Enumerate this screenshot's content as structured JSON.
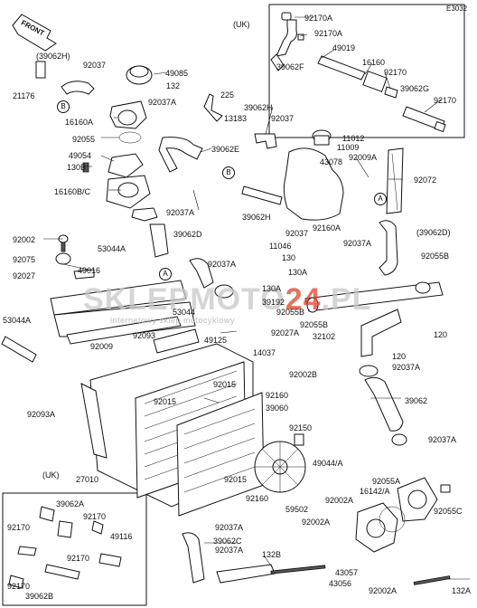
{
  "diagram_code": "E3032",
  "front_label": "FRONT",
  "uk_top_label": "(UK)",
  "uk_bottom_label": "(UK)",
  "watermark": {
    "main_a": "SKLEPMOTO",
    "main_b": "24",
    "main_c": ".PL",
    "sub": "internetowy sklep motocyklowy"
  },
  "callout_letters": {
    "a": "A",
    "b": "B"
  },
  "parts": [
    {
      "id": "p01",
      "text": "92170A"
    },
    {
      "id": "p02",
      "text": "92170A"
    },
    {
      "id": "p03",
      "text": "49019"
    },
    {
      "id": "p04",
      "text": "16160"
    },
    {
      "id": "p05",
      "text": "92170"
    },
    {
      "id": "p06",
      "text": "39062F"
    },
    {
      "id": "p07",
      "text": "39062G"
    },
    {
      "id": "p08",
      "text": "92170"
    },
    {
      "id": "p09",
      "text": "(39062H)"
    },
    {
      "id": "p10",
      "text": "92037"
    },
    {
      "id": "p11",
      "text": "49085"
    },
    {
      "id": "p12",
      "text": "21176"
    },
    {
      "id": "p13",
      "text": "132"
    },
    {
      "id": "p14",
      "text": "92037A"
    },
    {
      "id": "p15",
      "text": "225"
    },
    {
      "id": "p16",
      "text": "16160A"
    },
    {
      "id": "p17",
      "text": "13183"
    },
    {
      "id": "p18",
      "text": "39062H"
    },
    {
      "id": "p19",
      "text": "92037"
    },
    {
      "id": "p20",
      "text": "92055"
    },
    {
      "id": "p21",
      "text": "39062E"
    },
    {
      "id": "p22",
      "text": "11012"
    },
    {
      "id": "p23",
      "text": "11009"
    },
    {
      "id": "p24",
      "text": "49054"
    },
    {
      "id": "p25",
      "text": "130B"
    },
    {
      "id": "p26",
      "text": "43078"
    },
    {
      "id": "p27",
      "text": "92009A"
    },
    {
      "id": "p28",
      "text": "92072"
    },
    {
      "id": "p29",
      "text": "16160B/C"
    },
    {
      "id": "p30",
      "text": "39062H"
    },
    {
      "id": "p31",
      "text": "92037A"
    },
    {
      "id": "p32",
      "text": "92160A"
    },
    {
      "id": "p33",
      "text": "92002"
    },
    {
      "id": "p34",
      "text": "39062D"
    },
    {
      "id": "p35",
      "text": "92037"
    },
    {
      "id": "p36",
      "text": "(39062D)"
    },
    {
      "id": "p37",
      "text": "53044A"
    },
    {
      "id": "p38",
      "text": "11046"
    },
    {
      "id": "p39",
      "text": "92037A"
    },
    {
      "id": "p40",
      "text": "92075"
    },
    {
      "id": "p41",
      "text": "130"
    },
    {
      "id": "p42",
      "text": "92055B"
    },
    {
      "id": "p43",
      "text": "49016"
    },
    {
      "id": "p44",
      "text": "92037A"
    },
    {
      "id": "p45",
      "text": "130A"
    },
    {
      "id": "p46",
      "text": "92027"
    },
    {
      "id": "p47",
      "text": "130A"
    },
    {
      "id": "p48",
      "text": "39192"
    },
    {
      "id": "p49",
      "text": "92055B"
    },
    {
      "id": "p50",
      "text": "53044A"
    },
    {
      "id": "p51",
      "text": "53044"
    },
    {
      "id": "p52",
      "text": "92055B"
    },
    {
      "id": "p53",
      "text": "120"
    },
    {
      "id": "p54",
      "text": "92093"
    },
    {
      "id": "p55",
      "text": "92009"
    },
    {
      "id": "p56",
      "text": "49125"
    },
    {
      "id": "p57",
      "text": "92027A"
    },
    {
      "id": "p58",
      "text": "32102"
    },
    {
      "id": "p59",
      "text": "14037"
    },
    {
      "id": "p60",
      "text": "120"
    },
    {
      "id": "p61",
      "text": "92002B"
    },
    {
      "id": "p62",
      "text": "92037A"
    },
    {
      "id": "p63",
      "text": "92015"
    },
    {
      "id": "p64",
      "text": "92160"
    },
    {
      "id": "p65",
      "text": "92093A"
    },
    {
      "id": "p66",
      "text": "92015"
    },
    {
      "id": "p67",
      "text": "39060"
    },
    {
      "id": "p68",
      "text": "39062"
    },
    {
      "id": "p69",
      "text": "92150"
    },
    {
      "id": "p70",
      "text": "92037A"
    },
    {
      "id": "p71",
      "text": "49044/A"
    },
    {
      "id": "p72",
      "text": "27010"
    },
    {
      "id": "p73",
      "text": "92015"
    },
    {
      "id": "p74",
      "text": "92055A"
    },
    {
      "id": "p75",
      "text": "16142/A"
    },
    {
      "id": "p76",
      "text": "92160"
    },
    {
      "id": "p77",
      "text": "59502"
    },
    {
      "id": "p78",
      "text": "92002A"
    },
    {
      "id": "p79",
      "text": "92055C"
    },
    {
      "id": "p80",
      "text": "39062A"
    },
    {
      "id": "p81",
      "text": "92170"
    },
    {
      "id": "p82",
      "text": "92002A"
    },
    {
      "id": "p83",
      "text": "92037A"
    },
    {
      "id": "p84",
      "text": "39062C"
    },
    {
      "id": "p85",
      "text": "92170"
    },
    {
      "id": "p86",
      "text": "49116"
    },
    {
      "id": "p87",
      "text": "92037A"
    },
    {
      "id": "p88",
      "text": "132B"
    },
    {
      "id": "p89",
      "text": "43057"
    },
    {
      "id": "p90",
      "text": "92170"
    },
    {
      "id": "p91",
      "text": "43056"
    },
    {
      "id": "p92",
      "text": "92002A"
    },
    {
      "id": "p93",
      "text": "92170"
    },
    {
      "id": "p94",
      "text": "39062B"
    },
    {
      "id": "p95",
      "text": "132A"
    }
  ]
}
